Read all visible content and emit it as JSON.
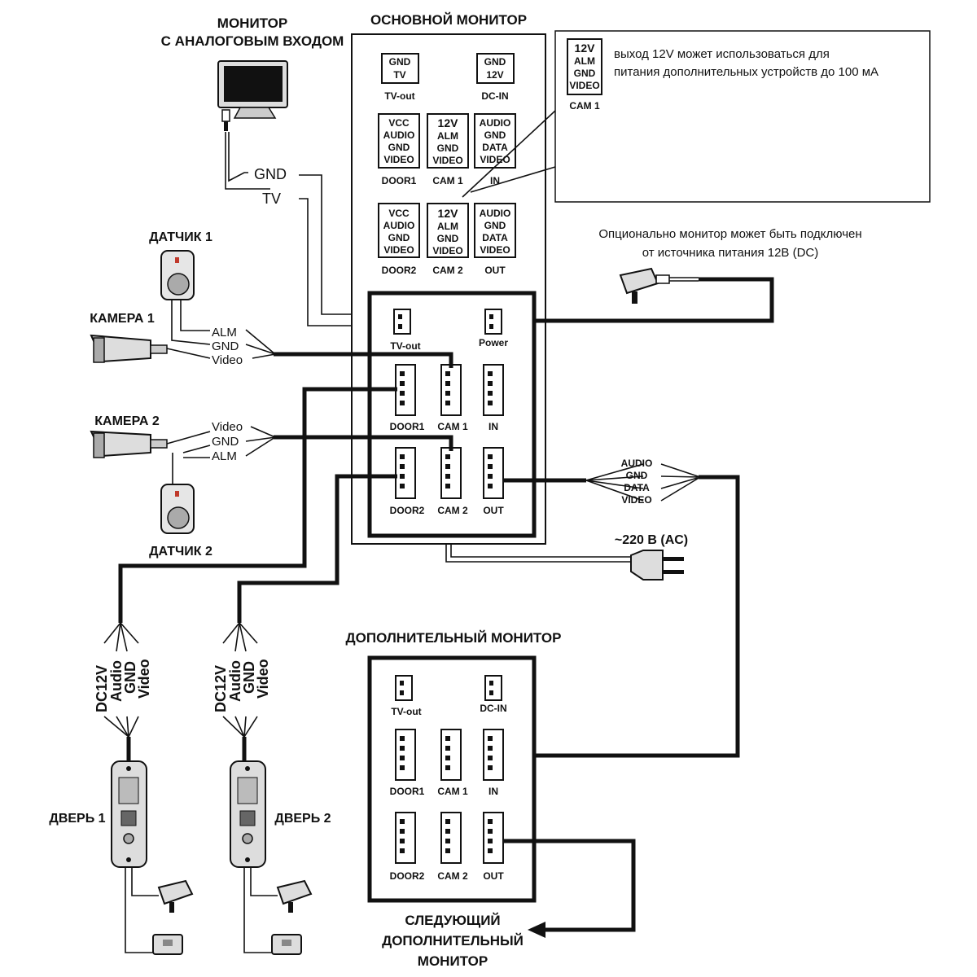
{
  "titles": {
    "analog_monitor": [
      "МОНИТОР",
      "С АНАЛОГОВЫМ ВХОДОМ"
    ],
    "main_monitor": "ОСНОВНОЙ МОНИТОР",
    "extra_monitor": "ДОПОЛНИТЕЛЬНЫЙ МОНИТОР",
    "next_monitor": [
      "СЛЕДУЮЩИЙ",
      "ДОПОЛНИТЕЛЬНЫЙ",
      "МОНИТОР"
    ]
  },
  "note_12v": {
    "pins": [
      "12V",
      "ALM",
      "GND",
      "VIDEO"
    ],
    "caption": "CAM 1",
    "text": [
      "выход 12V может использоваться для",
      "питания дополнительных устройств до 100 мА"
    ]
  },
  "optional_power_note": [
    "Опционально монитор может быть подключен",
    "от источника питания 12В (DC)"
  ],
  "ac_label": "~220 В (AC)",
  "pinout_blocks": [
    {
      "label": "TV-out",
      "pins": [
        "GND",
        "TV"
      ]
    },
    {
      "label": "DC-IN",
      "pins": [
        "GND",
        "12V"
      ]
    },
    {
      "label": "DOOR1",
      "pins": [
        "VCC",
        "AUDIO",
        "GND",
        "VIDEO"
      ]
    },
    {
      "label": "CAM 1",
      "pins": [
        "12V",
        "ALM",
        "GND",
        "VIDEO"
      ]
    },
    {
      "label": "IN",
      "pins": [
        "AUDIO",
        "GND",
        "DATA",
        "VIDEO"
      ]
    },
    {
      "label": "DOOR2",
      "pins": [
        "VCC",
        "AUDIO",
        "GND",
        "VIDEO"
      ]
    },
    {
      "label": "CAM 2",
      "pins": [
        "12V",
        "ALM",
        "GND",
        "VIDEO"
      ]
    },
    {
      "label": "OUT",
      "pins": [
        "AUDIO",
        "GND",
        "DATA",
        "VIDEO"
      ]
    }
  ],
  "main_connectors": [
    "TV-out",
    "Power",
    "DOOR1",
    "CAM 1",
    "IN",
    "DOOR2",
    "CAM 2",
    "OUT"
  ],
  "extra_connectors": [
    "TV-out",
    "DC-IN",
    "DOOR1",
    "CAM 1",
    "IN",
    "DOOR2",
    "CAM 2",
    "OUT"
  ],
  "analog_wires": [
    "GND",
    "TV"
  ],
  "sensor1": "ДАТЧИК 1",
  "sensor2": "ДАТЧИК 2",
  "camera1": {
    "label": "КАМЕРА 1",
    "wires": [
      "ALM",
      "GND",
      "Video"
    ]
  },
  "camera2": {
    "label": "КАМЕРА 2",
    "wires": [
      "Video",
      "GND",
      "ALM"
    ]
  },
  "bus_wires": [
    "AUDIO",
    "GND",
    "DATA",
    "VIDEO"
  ],
  "door1": {
    "label": "ДВЕРЬ 1",
    "wires": [
      "DC12V",
      "Audio",
      "GND",
      "Video"
    ]
  },
  "door2": {
    "label": "ДВЕРЬ 2",
    "wires": [
      "DC12V",
      "Audio",
      "GND",
      "Video"
    ]
  }
}
